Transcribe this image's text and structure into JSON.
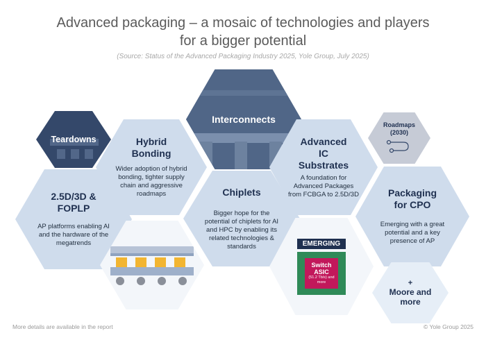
{
  "header": {
    "title_line1": "Advanced packaging – a mosaic of technologies and players",
    "title_line2": "for a bigger potential",
    "source": "(Source: Status of the Advanced Packaging Industry 2025, Yole Group, July 2025)"
  },
  "hexes": {
    "teardowns": {
      "title": "Teardowns"
    },
    "hybrid": {
      "title": "Hybrid Bonding",
      "desc": "Wider adoption of hybrid bonding, tighter supply chain and aggressive roadmaps"
    },
    "interconnects": {
      "title": "Interconnects"
    },
    "substrates": {
      "title": "Advanced IC Substrates",
      "desc": "A foundation for Advanced Packages from FCBGA to 2.5D/3D"
    },
    "roadmaps": {
      "title": "Roadmaps (2030)"
    },
    "foplp": {
      "title": "2.5D/3D & FOPLP",
      "desc": "AP platforms enabling AI and the hardware of the megatrends"
    },
    "chiplets": {
      "title": "Chiplets",
      "desc": "Bigger hope for the potential of chiplets for AI and HPC by enabling its related technologies & standards"
    },
    "cpo": {
      "title": "Packaging for CPO",
      "desc": "Emerging with a great potential and a key presence of AP"
    },
    "emerging": {
      "badge": "EMERGING",
      "chip_title": "Switch ASIC",
      "chip_sub": "(51.2 Tb/s) and more"
    },
    "moore": {
      "plus": "+",
      "title": "Moore and more"
    }
  },
  "footer": {
    "left": "More details are available in the report",
    "right": "© Yole Group 2025"
  }
}
